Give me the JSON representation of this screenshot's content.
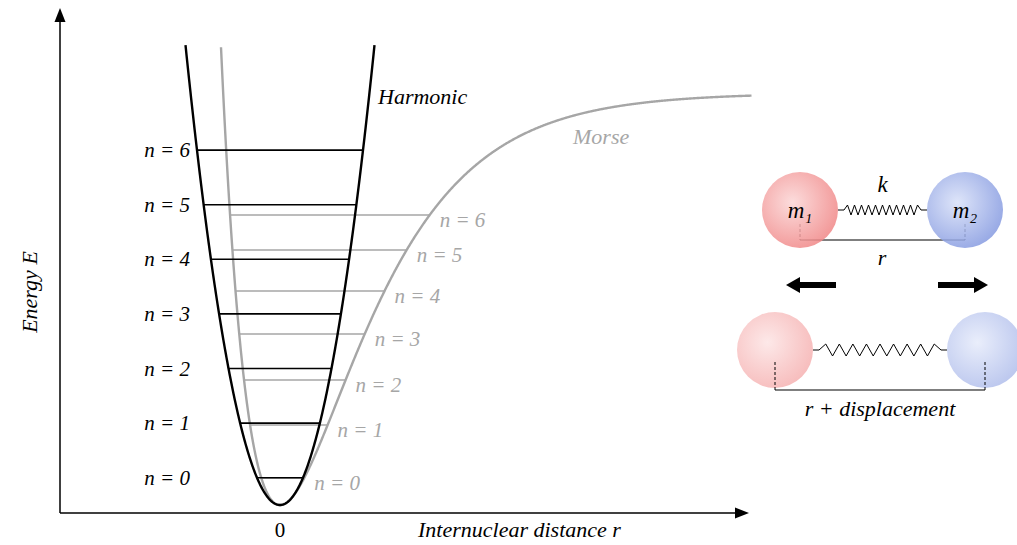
{
  "diagram": {
    "nodes": [
      {
        "text": [
          "m₁"
        ]
      },
      {
        "text": [
          "m₂"
        ]
      }
    ],
    "edges": [
      {
        "from": 0,
        "to": 1,
        "arrow": "none",
        "label": "k"
      }
    ],
    "labels": [
      "Energy E",
      "Harmonic",
      "n = 6",
      "n = 5",
      "n = 4",
      "n = 3",
      "n = 2",
      "n = 1",
      "n = 0",
      "Morse",
      "n = 6",
      "n = 5",
      "n = 4",
      "n = 3",
      "n = 2",
      "n = 1",
      "n = 0",
      "0",
      "Internuclear distance r",
      "r",
      "r + displacement"
    ]
  }
}
